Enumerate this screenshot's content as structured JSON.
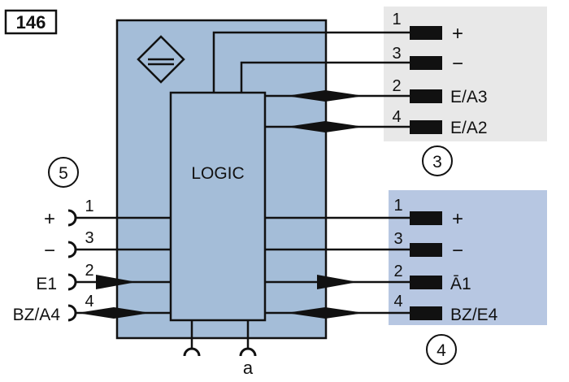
{
  "figure_number": "146",
  "logic_label": "LOGIC",
  "bottom_label": "a",
  "colors": {
    "sensor_body": "#a4bdd8",
    "top_panel": "#e8e8e8",
    "bottom_panel": "#b7c7e2",
    "stroke": "#111111"
  },
  "left_connector": {
    "callout": "5",
    "pins": [
      {
        "pin": "1",
        "label": "+"
      },
      {
        "pin": "3",
        "label": "−"
      },
      {
        "pin": "2",
        "label": "E1"
      },
      {
        "pin": "4",
        "label": "BZ/A4"
      }
    ]
  },
  "top_right_connector": {
    "callout": "3",
    "pins": [
      {
        "pin": "1",
        "label": "+"
      },
      {
        "pin": "3",
        "label": "−"
      },
      {
        "pin": "2",
        "label": "E/A3"
      },
      {
        "pin": "4",
        "label": "E/A2"
      }
    ]
  },
  "bottom_right_connector": {
    "callout": "4",
    "pins": [
      {
        "pin": "1",
        "label": "+"
      },
      {
        "pin": "3",
        "label": "−"
      },
      {
        "pin": "2",
        "label": "Ā1"
      },
      {
        "pin": "4",
        "label": "BZ/E4"
      }
    ]
  }
}
